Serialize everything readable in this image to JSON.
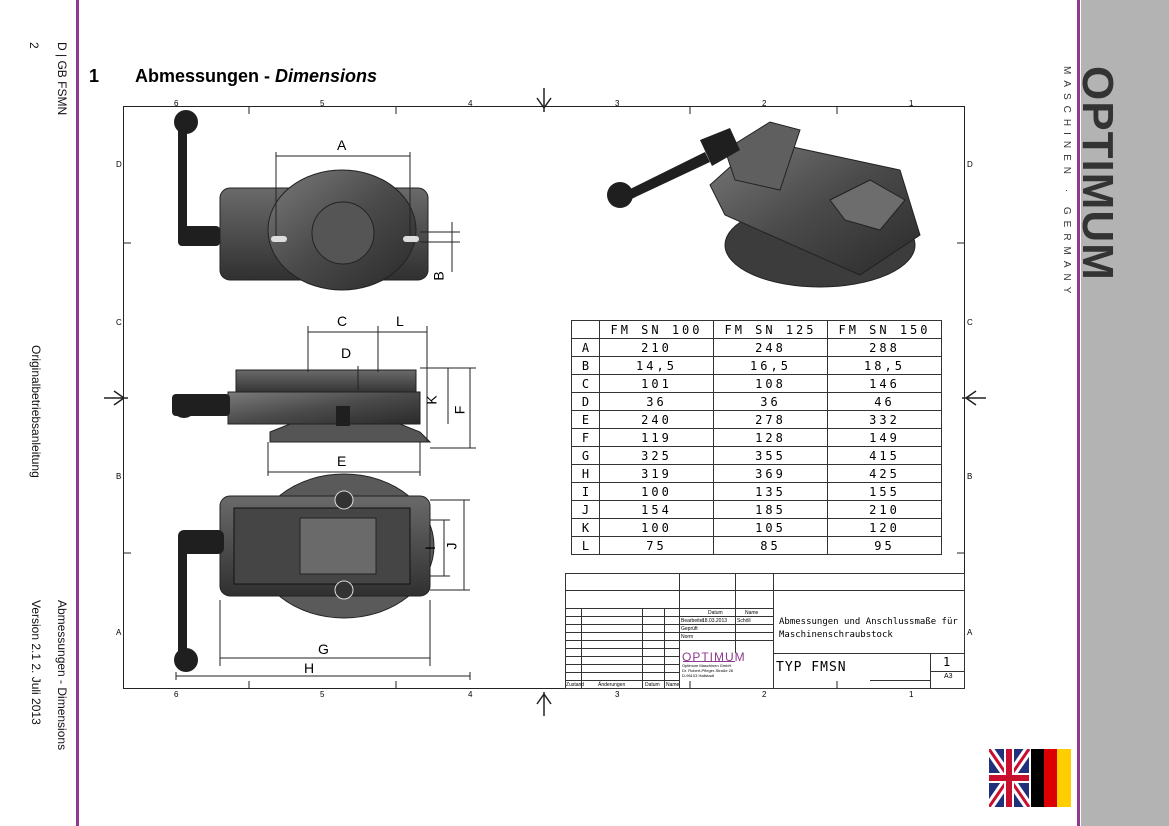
{
  "left_margin": {
    "page_number": "2",
    "lang_doc": "D | GB   FSMN",
    "manual": "Originalbetriebsanleitung",
    "section": "Abmessungen - Dimensions",
    "version": "Version 2.1   2. Juli 2013"
  },
  "heading": {
    "number": "1",
    "title_de": "Abmessungen - ",
    "title_en": "Dimensions"
  },
  "brand": {
    "name": "OPTIMUM",
    "sub": "MASCHINEN · GERMANY"
  },
  "drawing": {
    "top_numbers": [
      "6",
      "5",
      "4",
      "3",
      "2",
      "1"
    ],
    "side_letters": [
      "D",
      "C",
      "B",
      "A"
    ],
    "dim_letters": {
      "A": "A",
      "B": "B",
      "C": "C",
      "L": "L",
      "D": "D",
      "K": "K",
      "F": "F",
      "E": "E",
      "I": "I",
      "J": "J",
      "G": "G",
      "H": "H"
    }
  },
  "table": {
    "headers": [
      "FM SN 100",
      "FM SN 125",
      "FM SN 150"
    ],
    "rows": [
      {
        "key": "A",
        "v": [
          "210",
          "248",
          "288"
        ]
      },
      {
        "key": "B",
        "v": [
          "14,5",
          "16,5",
          "18,5"
        ]
      },
      {
        "key": "C",
        "v": [
          "101",
          "108",
          "146"
        ]
      },
      {
        "key": "D",
        "v": [
          "36",
          "36",
          "46"
        ]
      },
      {
        "key": "E",
        "v": [
          "240",
          "278",
          "332"
        ]
      },
      {
        "key": "F",
        "v": [
          "119",
          "128",
          "149"
        ]
      },
      {
        "key": "G",
        "v": [
          "325",
          "355",
          "415"
        ]
      },
      {
        "key": "H",
        "v": [
          "319",
          "369",
          "425"
        ]
      },
      {
        "key": "I",
        "v": [
          "100",
          "135",
          "155"
        ]
      },
      {
        "key": "J",
        "v": [
          "154",
          "185",
          "210"
        ]
      },
      {
        "key": "K",
        "v": [
          "100",
          "105",
          "120"
        ]
      },
      {
        "key": "L",
        "v": [
          "75",
          "85",
          "95"
        ]
      }
    ]
  },
  "title_block": {
    "datum": "Datum",
    "name": "Name",
    "bearb": "Bearbeitet",
    "bearb_date": "18.03.2013",
    "bearb_name": "Schöll",
    "gepr": "Geprüft",
    "norm": "Norm",
    "logo": "OPTIMUM",
    "addr1": "Optimum Maschinen GmbH",
    "addr2": "Dr. Robert-Pfleger-Straße 26",
    "addr3": "D-96103 Hallstadt",
    "status": "Zustand",
    "changes": "Änderungen",
    "date2": "Datum",
    "name2": "Name",
    "desc_line1": "Abmessungen und Anschlussmaße für",
    "desc_line2": "Maschinenschraubstock",
    "type": "TYP FMSN",
    "sheet": "1",
    "format": "A3"
  }
}
